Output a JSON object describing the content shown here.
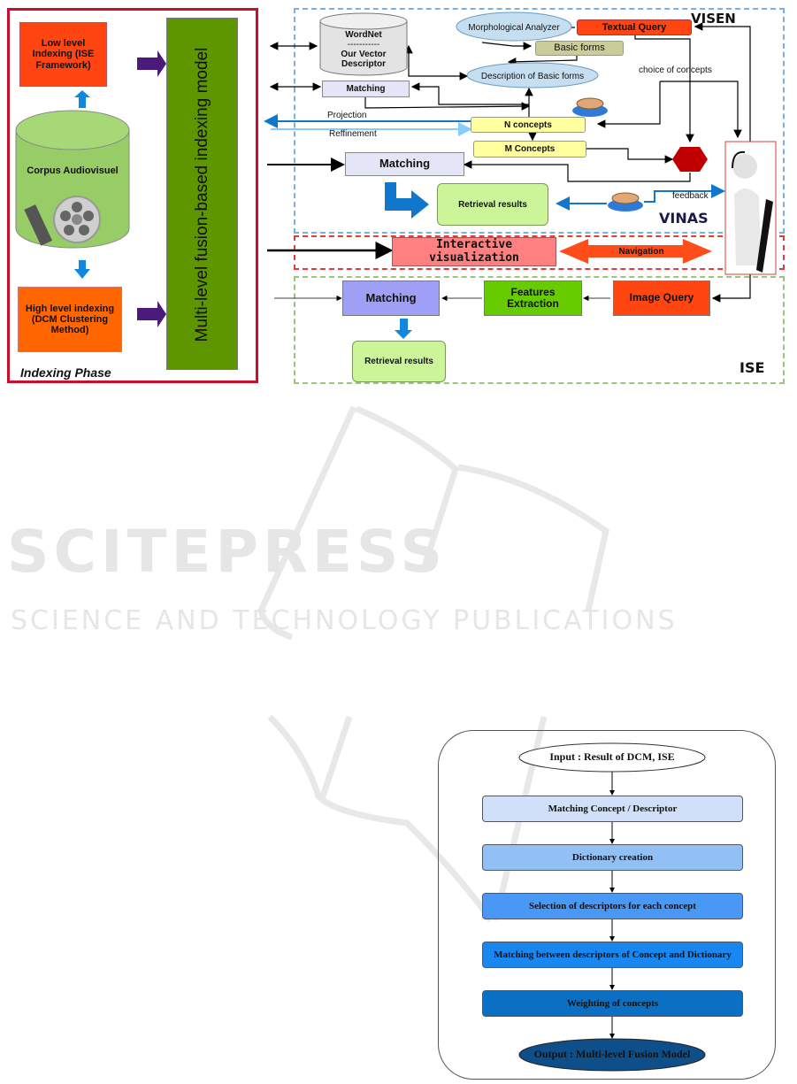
{
  "indexing_phase": {
    "title": "Indexing Phase",
    "low_level": "Low level Indexing (ISE Framework)",
    "corpus": "Corpus Audiovisuel",
    "high_level": "High level indexing (DCM Clustering Method)",
    "fusion_model": "Multi-level fusion-based indexing model"
  },
  "visen": {
    "title": "VISEN",
    "wordnet": "WordNet",
    "wordnet_sep": "-----------",
    "vector_descriptor": "Our Vector Descriptor",
    "morph_analyzer": "Morphological Analyzer",
    "textual_query": "Textual Query",
    "basic_forms": "Basic forms",
    "description_basic_forms": "Description of Basic forms",
    "choice_of_concepts": "choice of concepts",
    "matching": "Matching",
    "projection": "Projection",
    "refinement": "Reffinement",
    "n_concepts": "N concepts"
  },
  "vinas": {
    "title": "VINAS",
    "m_concepts": "M Concepts",
    "matching": "Matching",
    "retrieval_results": "Retrieval results",
    "feedback": "feedback"
  },
  "navigation_band": {
    "interactive_visualization": "Interactive visualization",
    "navigation": "Navigation"
  },
  "ise": {
    "title": "ISE",
    "matching": "Matching",
    "features_extraction": "Features Extraction",
    "image_query": "Image Query",
    "retrieval_results": "Retrieval results"
  },
  "watermark": {
    "brand": "SCITEPRESS",
    "tagline": "SCIENCE AND TECHNOLOGY PUBLICATIONS"
  },
  "fusion_flow": {
    "input": "Input : Result of DCM, ISE",
    "steps": [
      {
        "label": "Matching Concept / Descriptor",
        "color": "#cfe0f8"
      },
      {
        "label": "Dictionary creation",
        "color": "#92c0f5"
      },
      {
        "label": "Selection of descriptors for each concept",
        "color": "#4a98f5"
      },
      {
        "label": "Matching between descriptors of Concept and Dictionary",
        "color": "#1a86f0"
      },
      {
        "label": "Weighting of concepts",
        "color": "#0b6fc4"
      }
    ],
    "output": "Output : Multi-level Fusion Model"
  },
  "colors": {
    "red_border": "#c8102e",
    "fusion_green": "#5e9600",
    "orange_red": "#ff4511",
    "orange": "#ff6600",
    "corpus_green": "#98cc66",
    "blue_arrow": "#1188dd",
    "purple_arrow": "#4b1a7a"
  }
}
